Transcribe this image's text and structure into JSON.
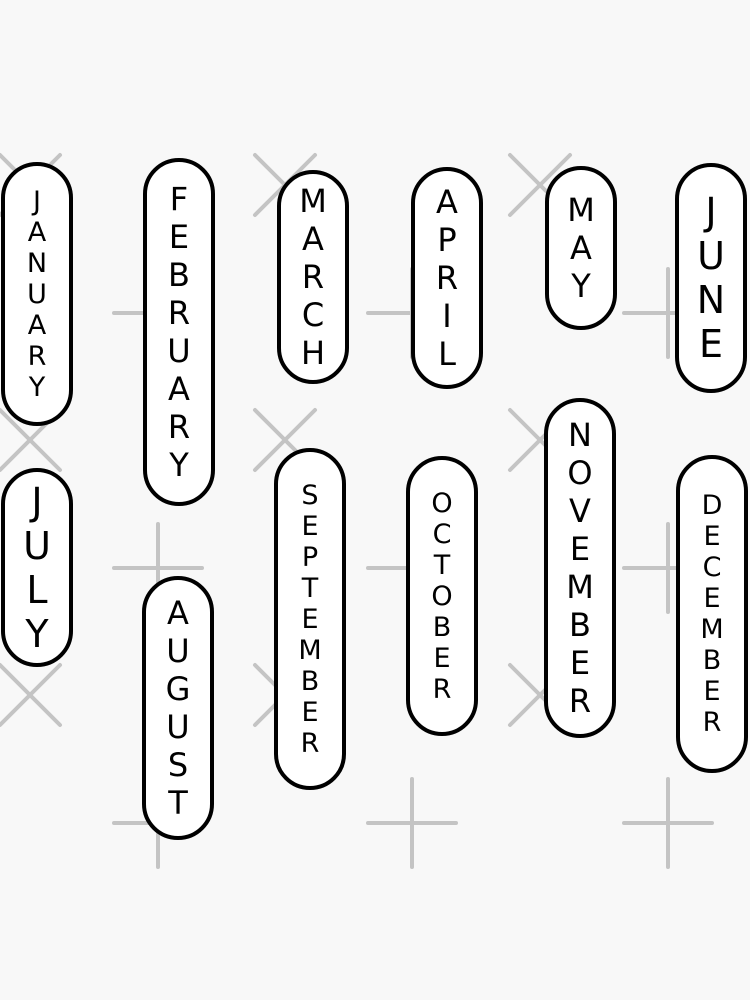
{
  "months": [
    {
      "id": "jan",
      "label": "JANUARY"
    },
    {
      "id": "feb",
      "label": "FEBRUARY"
    },
    {
      "id": "mar",
      "label": "MARCH"
    },
    {
      "id": "apr",
      "label": "APRIL"
    },
    {
      "id": "may",
      "label": "MAY"
    },
    {
      "id": "jun",
      "label": "JUNE"
    },
    {
      "id": "jul",
      "label": "JULY"
    },
    {
      "id": "aug",
      "label": "AUGUST"
    },
    {
      "id": "sep",
      "label": "SEPTEMBER"
    },
    {
      "id": "oct",
      "label": "OCTOBER"
    },
    {
      "id": "nov",
      "label": "NOVEMBER"
    },
    {
      "id": "dec",
      "label": "DECEMBER"
    }
  ],
  "colors": {
    "background": "#f8f8f8",
    "sticker_fill": "#ffffff",
    "outline": "#000000",
    "cut_marks": "#c4c4c4"
  },
  "icons": {
    "cut_mark_plus": "plus-cut-mark-icon",
    "cut_mark_x": "x-cut-mark-icon"
  }
}
